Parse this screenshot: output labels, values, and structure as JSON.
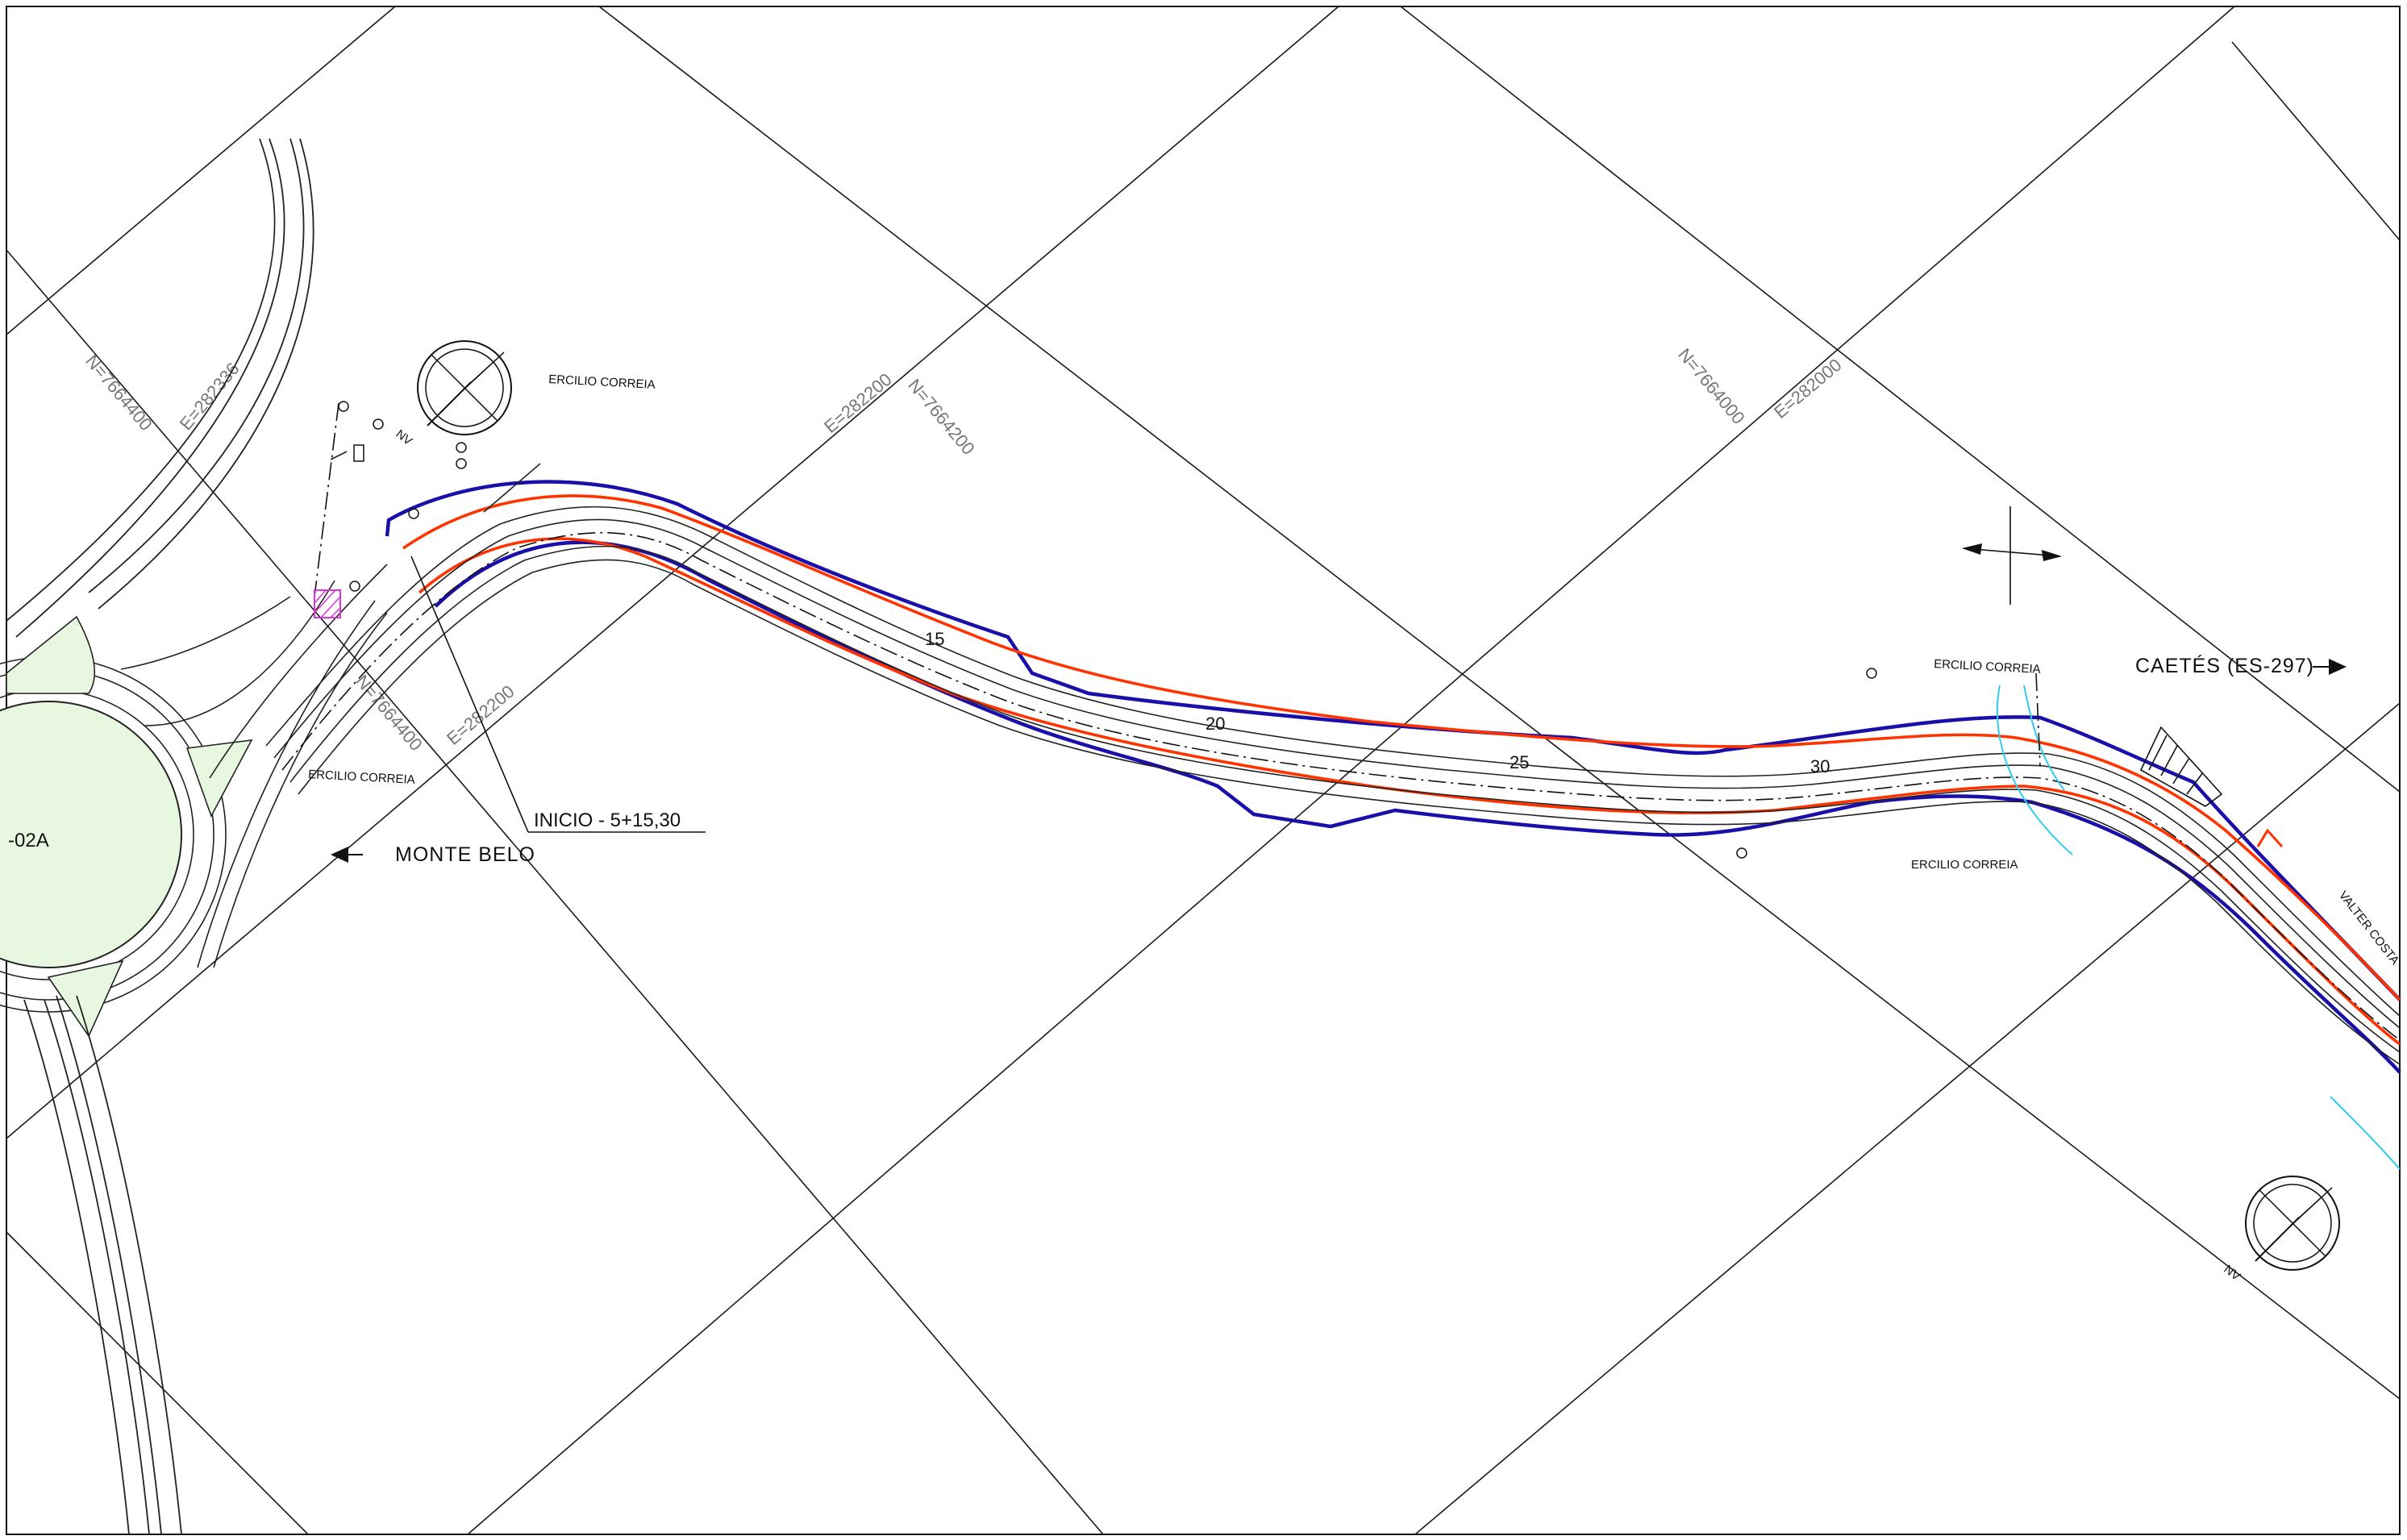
{
  "drawing": {
    "start_label": "INICIO - 5+15,30",
    "direction_left": "MONTE BELO",
    "direction_right": "CAETÉS (ES-297)",
    "interchange_label": "-02A"
  },
  "coordinates": [
    "N=7664400",
    "E=282336",
    "E=282200",
    "N=7664200",
    "N=7664000",
    "E=282000",
    "N=7664400",
    "E=282200"
  ],
  "owners": [
    "ERCILIO CORREIA",
    "ERCILIO CORREIA",
    "ERCILIO CORREIA",
    "ERCILIO CORREIA",
    "VALTER COSTA"
  ],
  "stations": [
    "15",
    "20",
    "25",
    "30"
  ],
  "north_arrows": [
    "NV",
    "NV"
  ],
  "colors": {
    "boundary": "#1a0fa8",
    "offset_line": "#ff3300",
    "roundabout_fill": "#e8f8e0",
    "stream": "#33ccee",
    "marker": "#dd33dd"
  },
  "icons": [
    "north-arrow-icon",
    "tree-icon",
    "arrow-left-icon",
    "arrow-right-icon",
    "cross-section-icon"
  ]
}
